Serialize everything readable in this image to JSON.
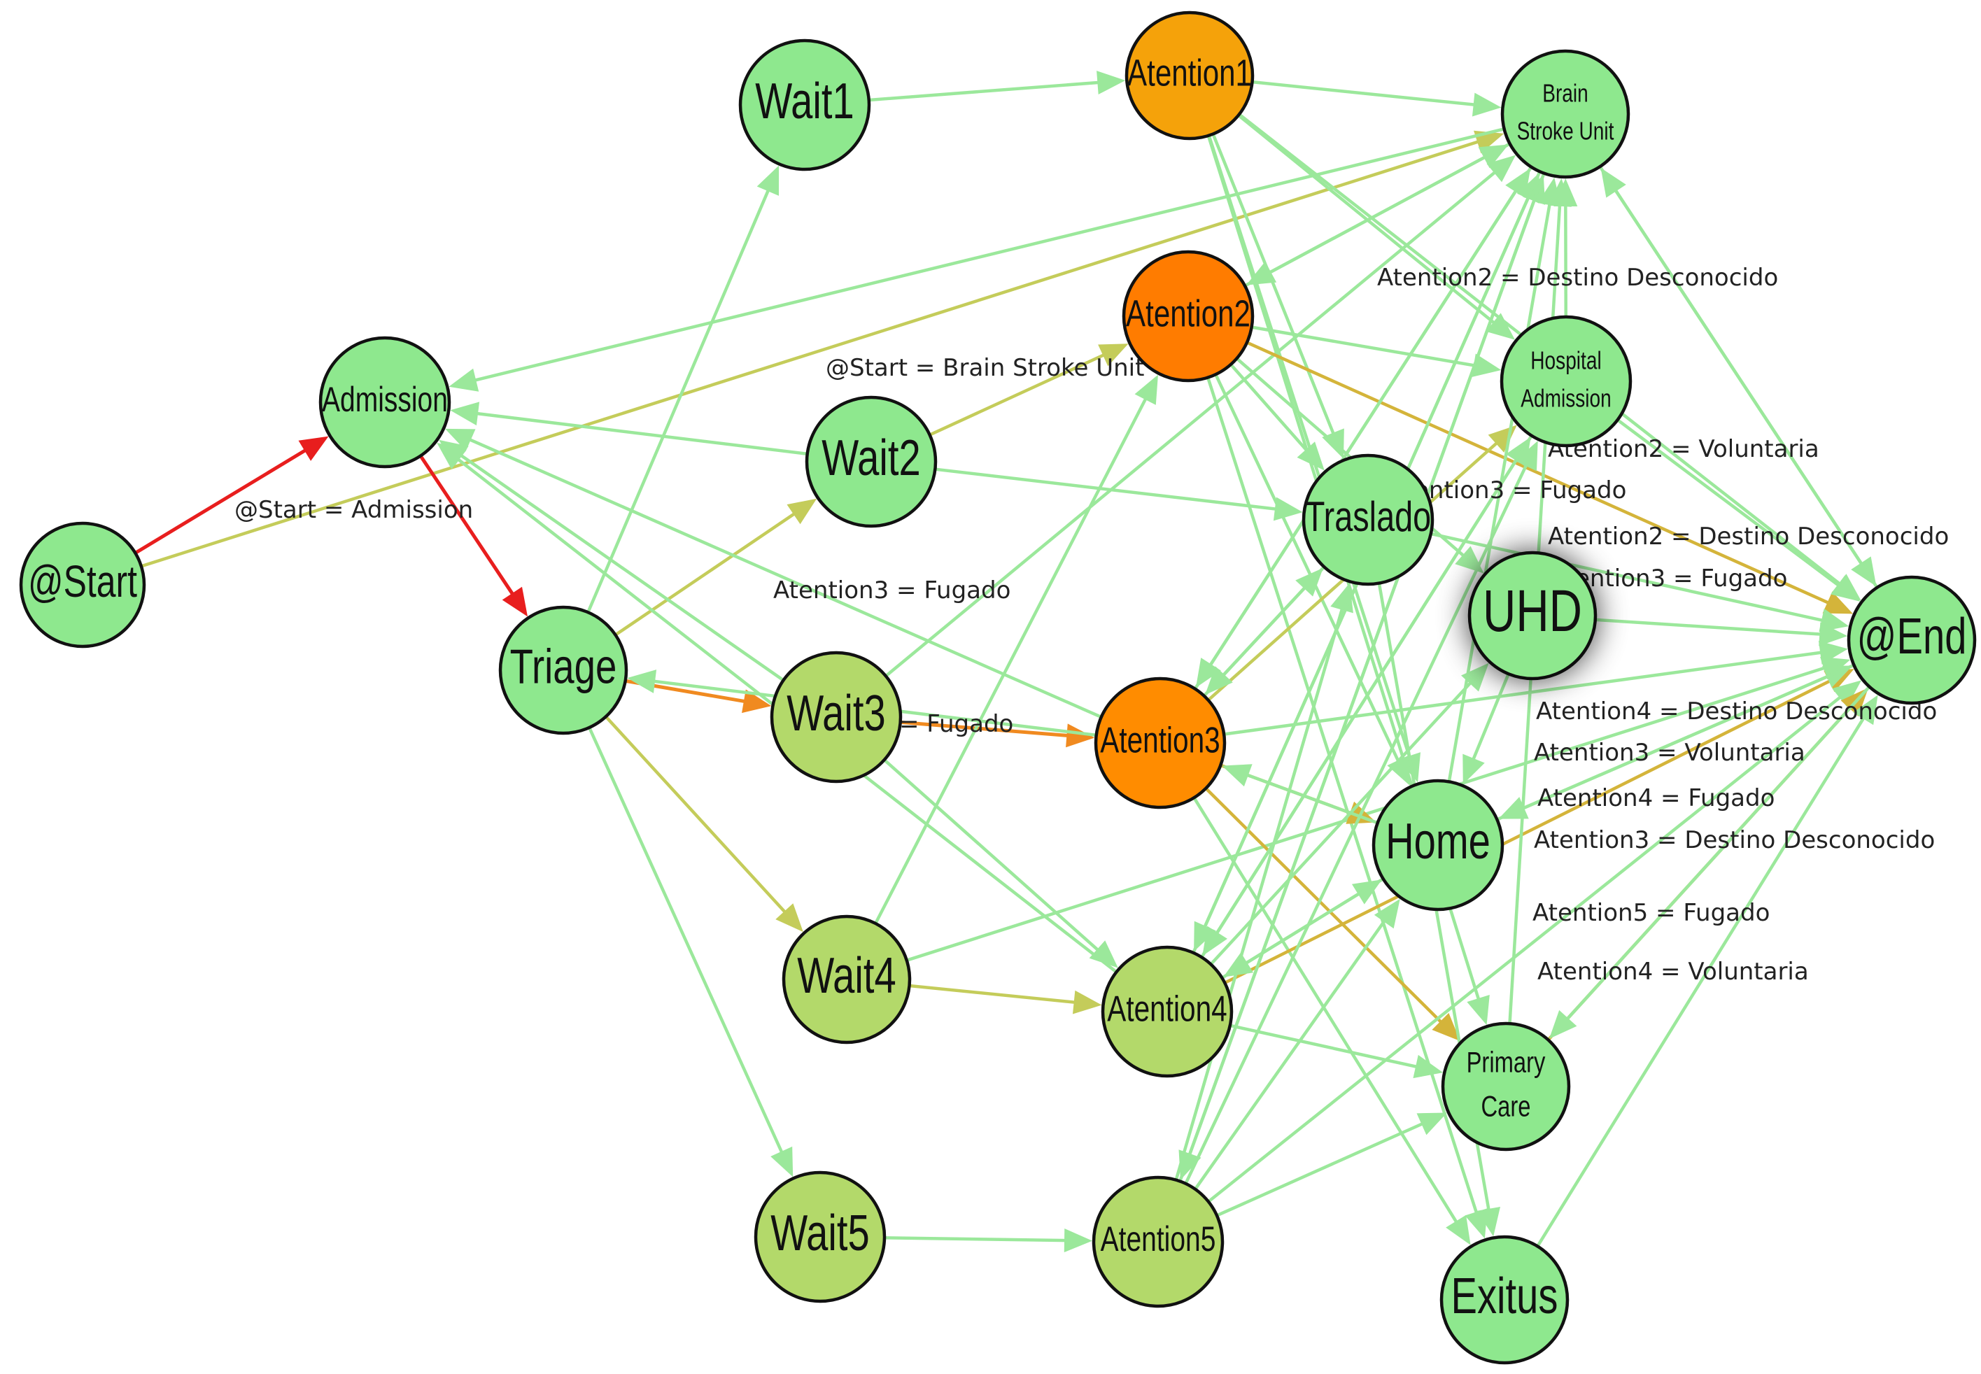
{
  "colors": {
    "node_green": "#8ee88e",
    "node_olive": "#b3d96a",
    "node_light_orange": "#f5a20a",
    "node_orange": "#ff7c00",
    "node_mid_orange": "#ff8c00",
    "edge_green": "#9be89b",
    "edge_olive": "#c4cc5a",
    "edge_orange": "#f08a20",
    "edge_red": "#e81e1e",
    "edge_gold": "#d4b43a"
  },
  "nodes": [
    {
      "id": "start",
      "label": "@Start",
      "color": "node_green"
    },
    {
      "id": "admission",
      "label": "Admission",
      "color": "node_green"
    },
    {
      "id": "triage",
      "label": "Triage",
      "color": "node_green"
    },
    {
      "id": "wait1",
      "label": "Wait1",
      "color": "node_green"
    },
    {
      "id": "wait2",
      "label": "Wait2",
      "color": "node_green"
    },
    {
      "id": "wait3",
      "label": "Wait3",
      "color": "node_olive"
    },
    {
      "id": "wait4",
      "label": "Wait4",
      "color": "node_olive"
    },
    {
      "id": "wait5",
      "label": "Wait5",
      "color": "node_olive"
    },
    {
      "id": "atention1",
      "label": "Atention1",
      "color": "node_light_orange"
    },
    {
      "id": "atention2",
      "label": "Atention2",
      "color": "node_orange"
    },
    {
      "id": "atention3",
      "label": "Atention3",
      "color": "node_mid_orange"
    },
    {
      "id": "atention4",
      "label": "Atention4",
      "color": "node_olive"
    },
    {
      "id": "atention5",
      "label": "Atention5",
      "color": "node_olive"
    },
    {
      "id": "brain",
      "label": [
        "Brain",
        "Stroke Unit"
      ],
      "color": "node_green"
    },
    {
      "id": "hospital",
      "label": [
        "Hospital",
        "Admission"
      ],
      "color": "node_green"
    },
    {
      "id": "traslado",
      "label": "Traslado",
      "color": "node_green"
    },
    {
      "id": "uhd",
      "label": "UHD",
      "color": "node_green"
    },
    {
      "id": "home",
      "label": "Home",
      "color": "node_green"
    },
    {
      "id": "primary",
      "label": [
        "Primary",
        "Care"
      ],
      "color": "node_green"
    },
    {
      "id": "exitus",
      "label": "Exitus",
      "color": "node_green"
    },
    {
      "id": "end",
      "label": "@End",
      "color": "node_green"
    }
  ],
  "edges": [
    {
      "from": "start",
      "to": "admission",
      "color": "edge_red"
    },
    {
      "from": "start",
      "to": "brain",
      "color": "edge_olive"
    },
    {
      "from": "admission",
      "to": "triage",
      "color": "edge_red"
    },
    {
      "from": "triage",
      "to": "wait3",
      "color": "edge_orange"
    },
    {
      "from": "triage",
      "to": "wait2",
      "color": "edge_olive"
    },
    {
      "from": "triage",
      "to": "wait4",
      "color": "edge_olive"
    },
    {
      "from": "triage",
      "to": "wait1",
      "color": "edge_green"
    },
    {
      "from": "triage",
      "to": "wait5",
      "color": "edge_green"
    },
    {
      "from": "wait1",
      "to": "atention1",
      "color": "edge_green"
    },
    {
      "from": "wait2",
      "to": "atention2",
      "color": "edge_olive"
    },
    {
      "from": "wait3",
      "to": "atention3",
      "color": "edge_orange"
    },
    {
      "from": "wait4",
      "to": "atention4",
      "color": "edge_olive"
    },
    {
      "from": "wait5",
      "to": "atention5",
      "color": "edge_green"
    },
    {
      "from": "wait2",
      "to": "admission",
      "color": "edge_green"
    },
    {
      "from": "wait3",
      "to": "admission",
      "color": "edge_green"
    },
    {
      "from": "atention3",
      "to": "admission",
      "color": "edge_green"
    },
    {
      "from": "atention4",
      "to": "admission",
      "color": "edge_green"
    },
    {
      "from": "brain",
      "to": "admission",
      "color": "edge_green"
    },
    {
      "from": "atention3",
      "to": "triage",
      "color": "edge_green"
    },
    {
      "from": "wait2",
      "to": "traslado",
      "color": "edge_green"
    },
    {
      "from": "wait3",
      "to": "brain",
      "color": "edge_green"
    },
    {
      "from": "wait3",
      "to": "atention4",
      "color": "edge_green"
    },
    {
      "from": "wait4",
      "to": "atention2",
      "color": "edge_green"
    },
    {
      "from": "wait4",
      "to": "end",
      "color": "edge_green"
    },
    {
      "from": "atention1",
      "to": "brain",
      "color": "edge_green"
    },
    {
      "from": "atention1",
      "to": "hospital",
      "color": "edge_green"
    },
    {
      "from": "atention1",
      "to": "traslado",
      "color": "edge_green"
    },
    {
      "from": "atention1",
      "to": "home",
      "color": "edge_green"
    },
    {
      "from": "atention1",
      "to": "end",
      "color": "edge_green"
    },
    {
      "from": "atention1",
      "to": "primary",
      "color": "edge_green"
    },
    {
      "from": "atention2",
      "to": "brain",
      "color": "edge_green"
    },
    {
      "from": "atention2",
      "to": "hospital",
      "color": "edge_green"
    },
    {
      "from": "atention2",
      "to": "traslado",
      "color": "edge_green"
    },
    {
      "from": "atention2",
      "to": "uhd",
      "color": "edge_green"
    },
    {
      "from": "atention2",
      "to": "home",
      "color": "edge_green"
    },
    {
      "from": "atention2",
      "to": "end",
      "color": "edge_gold"
    },
    {
      "from": "atention2",
      "to": "exitus",
      "color": "edge_green"
    },
    {
      "from": "atention3",
      "to": "brain",
      "color": "edge_green"
    },
    {
      "from": "atention3",
      "to": "hospital",
      "color": "edge_olive"
    },
    {
      "from": "atention3",
      "to": "traslado",
      "color": "edge_green"
    },
    {
      "from": "atention3",
      "to": "home",
      "color": "edge_gold"
    },
    {
      "from": "atention3",
      "to": "primary",
      "color": "edge_gold"
    },
    {
      "from": "atention3",
      "to": "end",
      "color": "edge_green"
    },
    {
      "from": "atention3",
      "to": "exitus",
      "color": "edge_green"
    },
    {
      "from": "atention4",
      "to": "brain",
      "color": "edge_green"
    },
    {
      "from": "atention4",
      "to": "hospital",
      "color": "edge_green"
    },
    {
      "from": "atention4",
      "to": "uhd",
      "color": "edge_green"
    },
    {
      "from": "atention4",
      "to": "home",
      "color": "edge_green"
    },
    {
      "from": "atention4",
      "to": "primary",
      "color": "edge_green"
    },
    {
      "from": "atention4",
      "to": "end",
      "color": "edge_gold"
    },
    {
      "from": "atention5",
      "to": "brain",
      "color": "edge_green"
    },
    {
      "from": "atention5",
      "to": "hospital",
      "color": "edge_green"
    },
    {
      "from": "atention5",
      "to": "traslado",
      "color": "edge_green"
    },
    {
      "from": "atention5",
      "to": "home",
      "color": "edge_green"
    },
    {
      "from": "atention5",
      "to": "primary",
      "color": "edge_green"
    },
    {
      "from": "atention5",
      "to": "end",
      "color": "edge_green"
    },
    {
      "from": "brain",
      "to": "atention2",
      "color": "edge_green"
    },
    {
      "from": "brain",
      "to": "atention3",
      "color": "edge_green"
    },
    {
      "from": "brain",
      "to": "atention4",
      "color": "edge_green"
    },
    {
      "from": "brain",
      "to": "atention5",
      "color": "edge_green"
    },
    {
      "from": "brain",
      "to": "end",
      "color": "edge_green"
    },
    {
      "from": "hospital",
      "to": "atention4",
      "color": "edge_green"
    },
    {
      "from": "hospital",
      "to": "end",
      "color": "edge_green"
    },
    {
      "from": "traslado",
      "to": "atention3",
      "color": "edge_green"
    },
    {
      "from": "traslado",
      "to": "end",
      "color": "edge_green"
    },
    {
      "from": "home",
      "to": "brain",
      "color": "edge_green"
    },
    {
      "from": "home",
      "to": "atention3",
      "color": "edge_green"
    },
    {
      "from": "home",
      "to": "atention4",
      "color": "edge_green"
    },
    {
      "from": "home",
      "to": "end",
      "color": "edge_green"
    },
    {
      "from": "uhd",
      "to": "end",
      "color": "edge_green"
    },
    {
      "from": "primary",
      "to": "end",
      "color": "edge_gold"
    },
    {
      "from": "primary",
      "to": "brain",
      "color": "edge_green"
    },
    {
      "from": "exitus",
      "to": "end",
      "color": "edge_green"
    },
    {
      "from": "end",
      "to": "brain",
      "color": "edge_green"
    },
    {
      "from": "end",
      "to": "home",
      "color": "edge_green"
    },
    {
      "from": "end",
      "to": "primary",
      "color": "edge_green"
    },
    {
      "from": "uhd",
      "to": "home",
      "color": "edge_green"
    },
    {
      "from": "traslado",
      "to": "exitus",
      "color": "edge_green"
    },
    {
      "from": "hospital",
      "to": "brain",
      "color": "edge_green"
    }
  ],
  "edge_labels": [
    "@Start = Admission",
    "@Start = Brain Stroke Unit",
    "Atention3 = Fugado",
    "= Fugado",
    "Atention2 = Destino Desconocido",
    "Atention2 = Voluntaria",
    "Atention3 = Fugado",
    "Atention2 = Destino Desconocido",
    "Atention3 = Fugado",
    "Atention4 = Destino Desconocido",
    "Atention3 = Voluntaria",
    "Atention4 = Fugado",
    "Atention3 = Destino Desconocido",
    "Atention5 = Fugado",
    "Atention4 = Voluntaria"
  ]
}
